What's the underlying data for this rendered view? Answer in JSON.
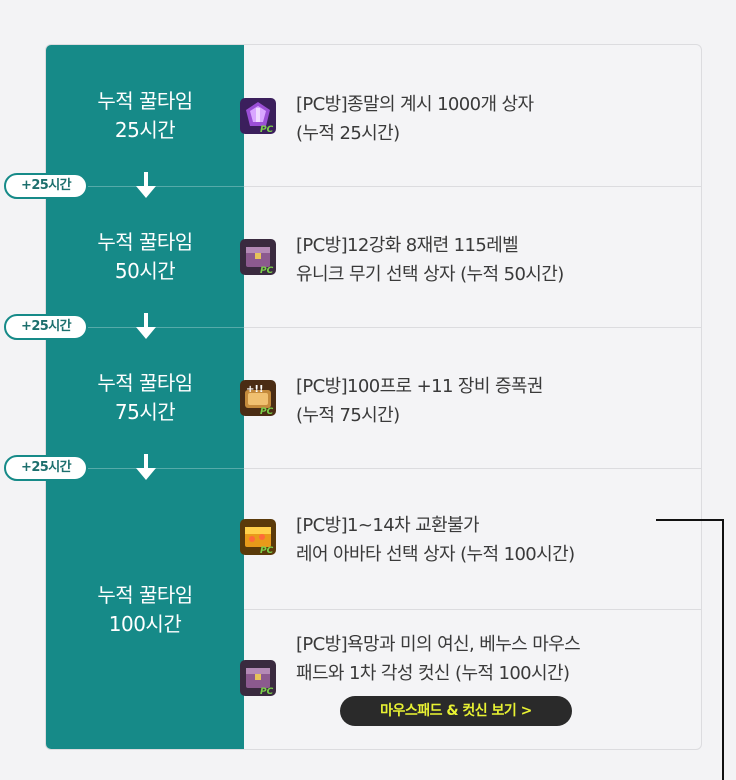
{
  "stages": [
    {
      "line1": "누적 꿀타임",
      "line2": "25시간"
    },
    {
      "line1": "누적 꿀타임",
      "line2": "50시간"
    },
    {
      "line1": "누적 꿀타임",
      "line2": "75시간"
    },
    {
      "line1": "누적 꿀타임",
      "line2": "100시간"
    }
  ],
  "increment_label": "+25시간",
  "rewards": [
    {
      "line1": "[PC방]종말의 계시 1000개 상자",
      "line2": "(누적 25시간)",
      "icon": "purple-box-icon"
    },
    {
      "line1": "[PC방]12강화 8재련 115레벨",
      "line2": "유니크 무기 선택 상자 (누적 50시간)",
      "icon": "treasure-box-icon"
    },
    {
      "line1": "[PC방]100프로 +11 장비 증폭권",
      "line2": "(누적 75시간)",
      "icon": "amplify-ticket-icon"
    },
    {
      "line1": "[PC방]1~14차 교환불가",
      "line2": "레어 아바타 선택 상자 (누적 100시간)",
      "icon": "gold-box-icon"
    },
    {
      "line1": "[PC방]욕망과 미의 여신, 베누스 마우스",
      "line2": "패드와 1차 각성 컷신 (누적 100시간)",
      "icon": "treasure-box-icon"
    }
  ],
  "detail_button": "마우스패드 & 컷신 보기 >",
  "icon_badge": "PC",
  "colors": {
    "teal": "#168a88",
    "background": "#f3f3f5",
    "button_bg": "#2a2a2a",
    "button_text": "#e8f233"
  }
}
